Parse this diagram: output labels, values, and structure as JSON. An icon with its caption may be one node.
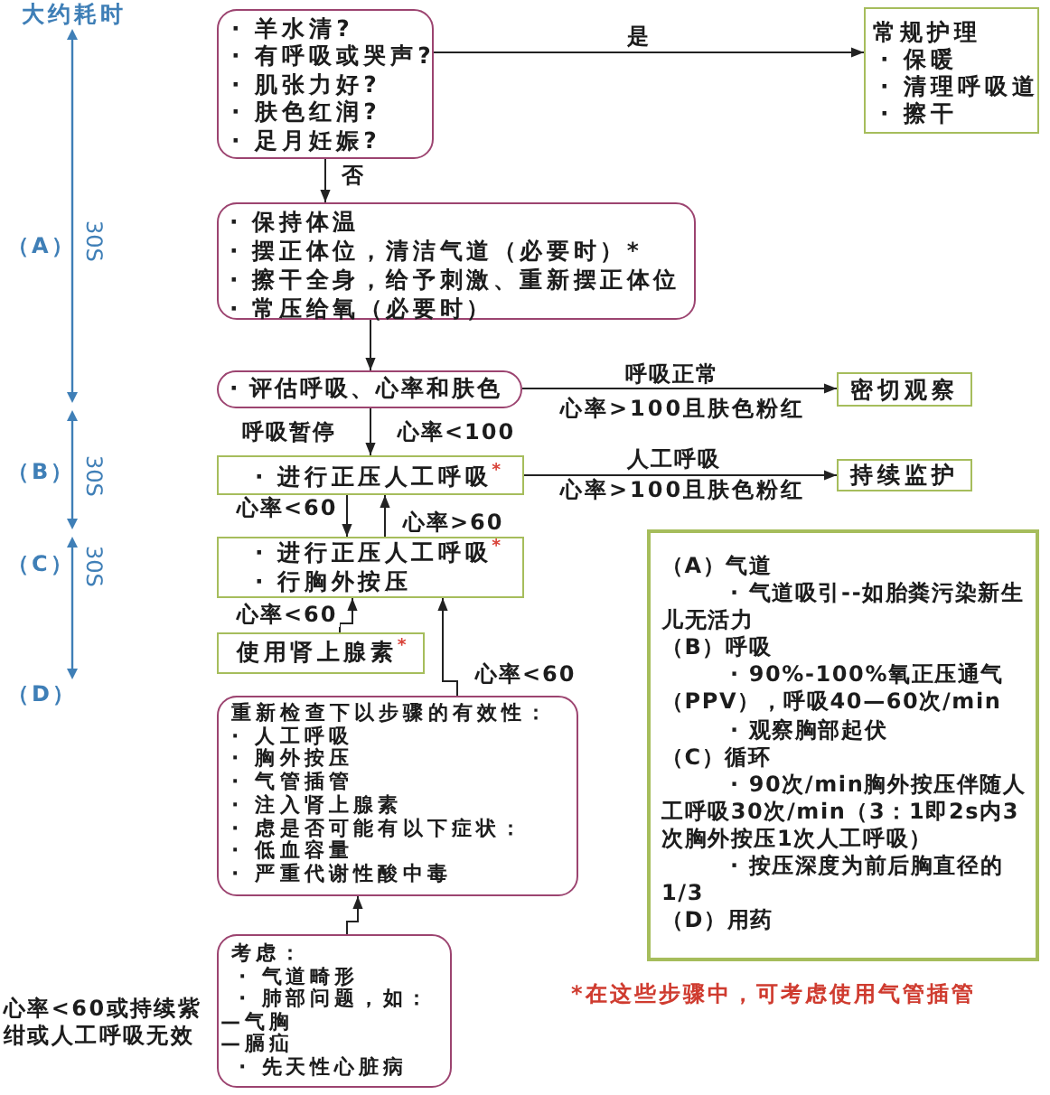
{
  "diagram": {
    "nodes": [
      {
        "text": [
          "· 羊水清?",
          "· 有呼吸或哭声?",
          "· 肌张力好?",
          "· 肤色红润?",
          "· 足月妊娠?"
        ]
      },
      {
        "text": [
          "常规护理",
          "· 保暖",
          "· 清理呼吸道",
          "· 擦干"
        ]
      },
      {
        "text": [
          "· 保持体温",
          "· 摆正体位，清洁气道（必要时）*",
          "· 擦干全身，给予刺激、重新摆正体位",
          "· 常压给氧（必要时）"
        ]
      },
      {
        "text": [
          "· 评估呼吸、心率和肤色"
        ]
      },
      {
        "text": [
          "密切观察"
        ]
      },
      {
        "text": [
          "· 进行正压人工呼吸$^{*}$"
        ]
      },
      {
        "text": [
          "持续监护"
        ]
      },
      {
        "text": [
          "· 进行正压人工呼吸$^{*}$",
          "· 行胸外按压"
        ]
      },
      {
        "text": [
          "使用肾上腺素$^{*}$"
        ]
      },
      {
        "text": [
          "重新检查下以步骤的有效性：",
          "· 人工呼吸",
          "· 胸外按压",
          "· 气管插管",
          "· 注入肾上腺素",
          "· 虑是否可能有以下症状：",
          "· 低血容量",
          "· 严重代谢性酸中毒"
        ]
      },
      {
        "text": [
          "考虑：",
          "· 气道畸形",
          "· 肺部问题，如：",
          "—气胸",
          "—膈疝",
          "· 先天性心脏病"
        ],
        "beside": [
          "心率<60或持续紫绀或人工呼吸无效"
        ]
      },
      {
        "text": [
          "（A）气道",
          "· 气道吸引--如胎粪污染新生儿无活力",
          "（B）呼吸",
          "· 90%-100%氧正压通气（PPV），呼吸40—60次/min",
          "· 观察胸部起伏",
          "（C）循环",
          "· 90次/min胸外按压伴随人工呼吸30次/min（3：1即2s内3次胸外按压1次人工呼吸）",
          "· 按压深度为前后胸直径的1/3",
          "（D）用药"
        ]
      }
    ],
    "edges": [
      {
        "from": 0,
        "to": 1,
        "arrow": "to",
        "label": "是"
      },
      {
        "from": 0,
        "to": 2,
        "arrow": "to",
        "label": "否"
      },
      {
        "from": 2,
        "to": 3,
        "arrow": "to"
      },
      {
        "from": 3,
        "to": 4,
        "arrow": "to",
        "label": "呼吸正常"
      },
      {
        "from": 3,
        "to": 5,
        "arrow": "to",
        "label": "呼吸暂停"
      },
      {
        "from": 5,
        "to": 6,
        "arrow": "to",
        "label": "人工呼吸"
      },
      {
        "from": 5,
        "to": 7,
        "arrow": "to",
        "label": "心率<60"
      },
      {
        "from": 7,
        "to": 5,
        "arrow": "to",
        "label": "心率>60"
      },
      {
        "from": 8,
        "to": 7,
        "arrow": "to",
        "label": "心率<60"
      },
      {
        "from": 9,
        "to": 7,
        "arrow": "to",
        "label": "心率<60"
      },
      {
        "from": 10,
        "to": 9,
        "arrow": "to"
      }
    ],
    "labels": [
      "大约耗时",
      "（A）",
      "30S",
      "心率>100且肤色粉红",
      "心率<100",
      "（B）",
      "30S",
      "心率>100且肤色粉红",
      "（C）",
      "30S",
      "（D）",
      "*在这些步骤中，可考虑使用气管插管"
    ]
  }
}
